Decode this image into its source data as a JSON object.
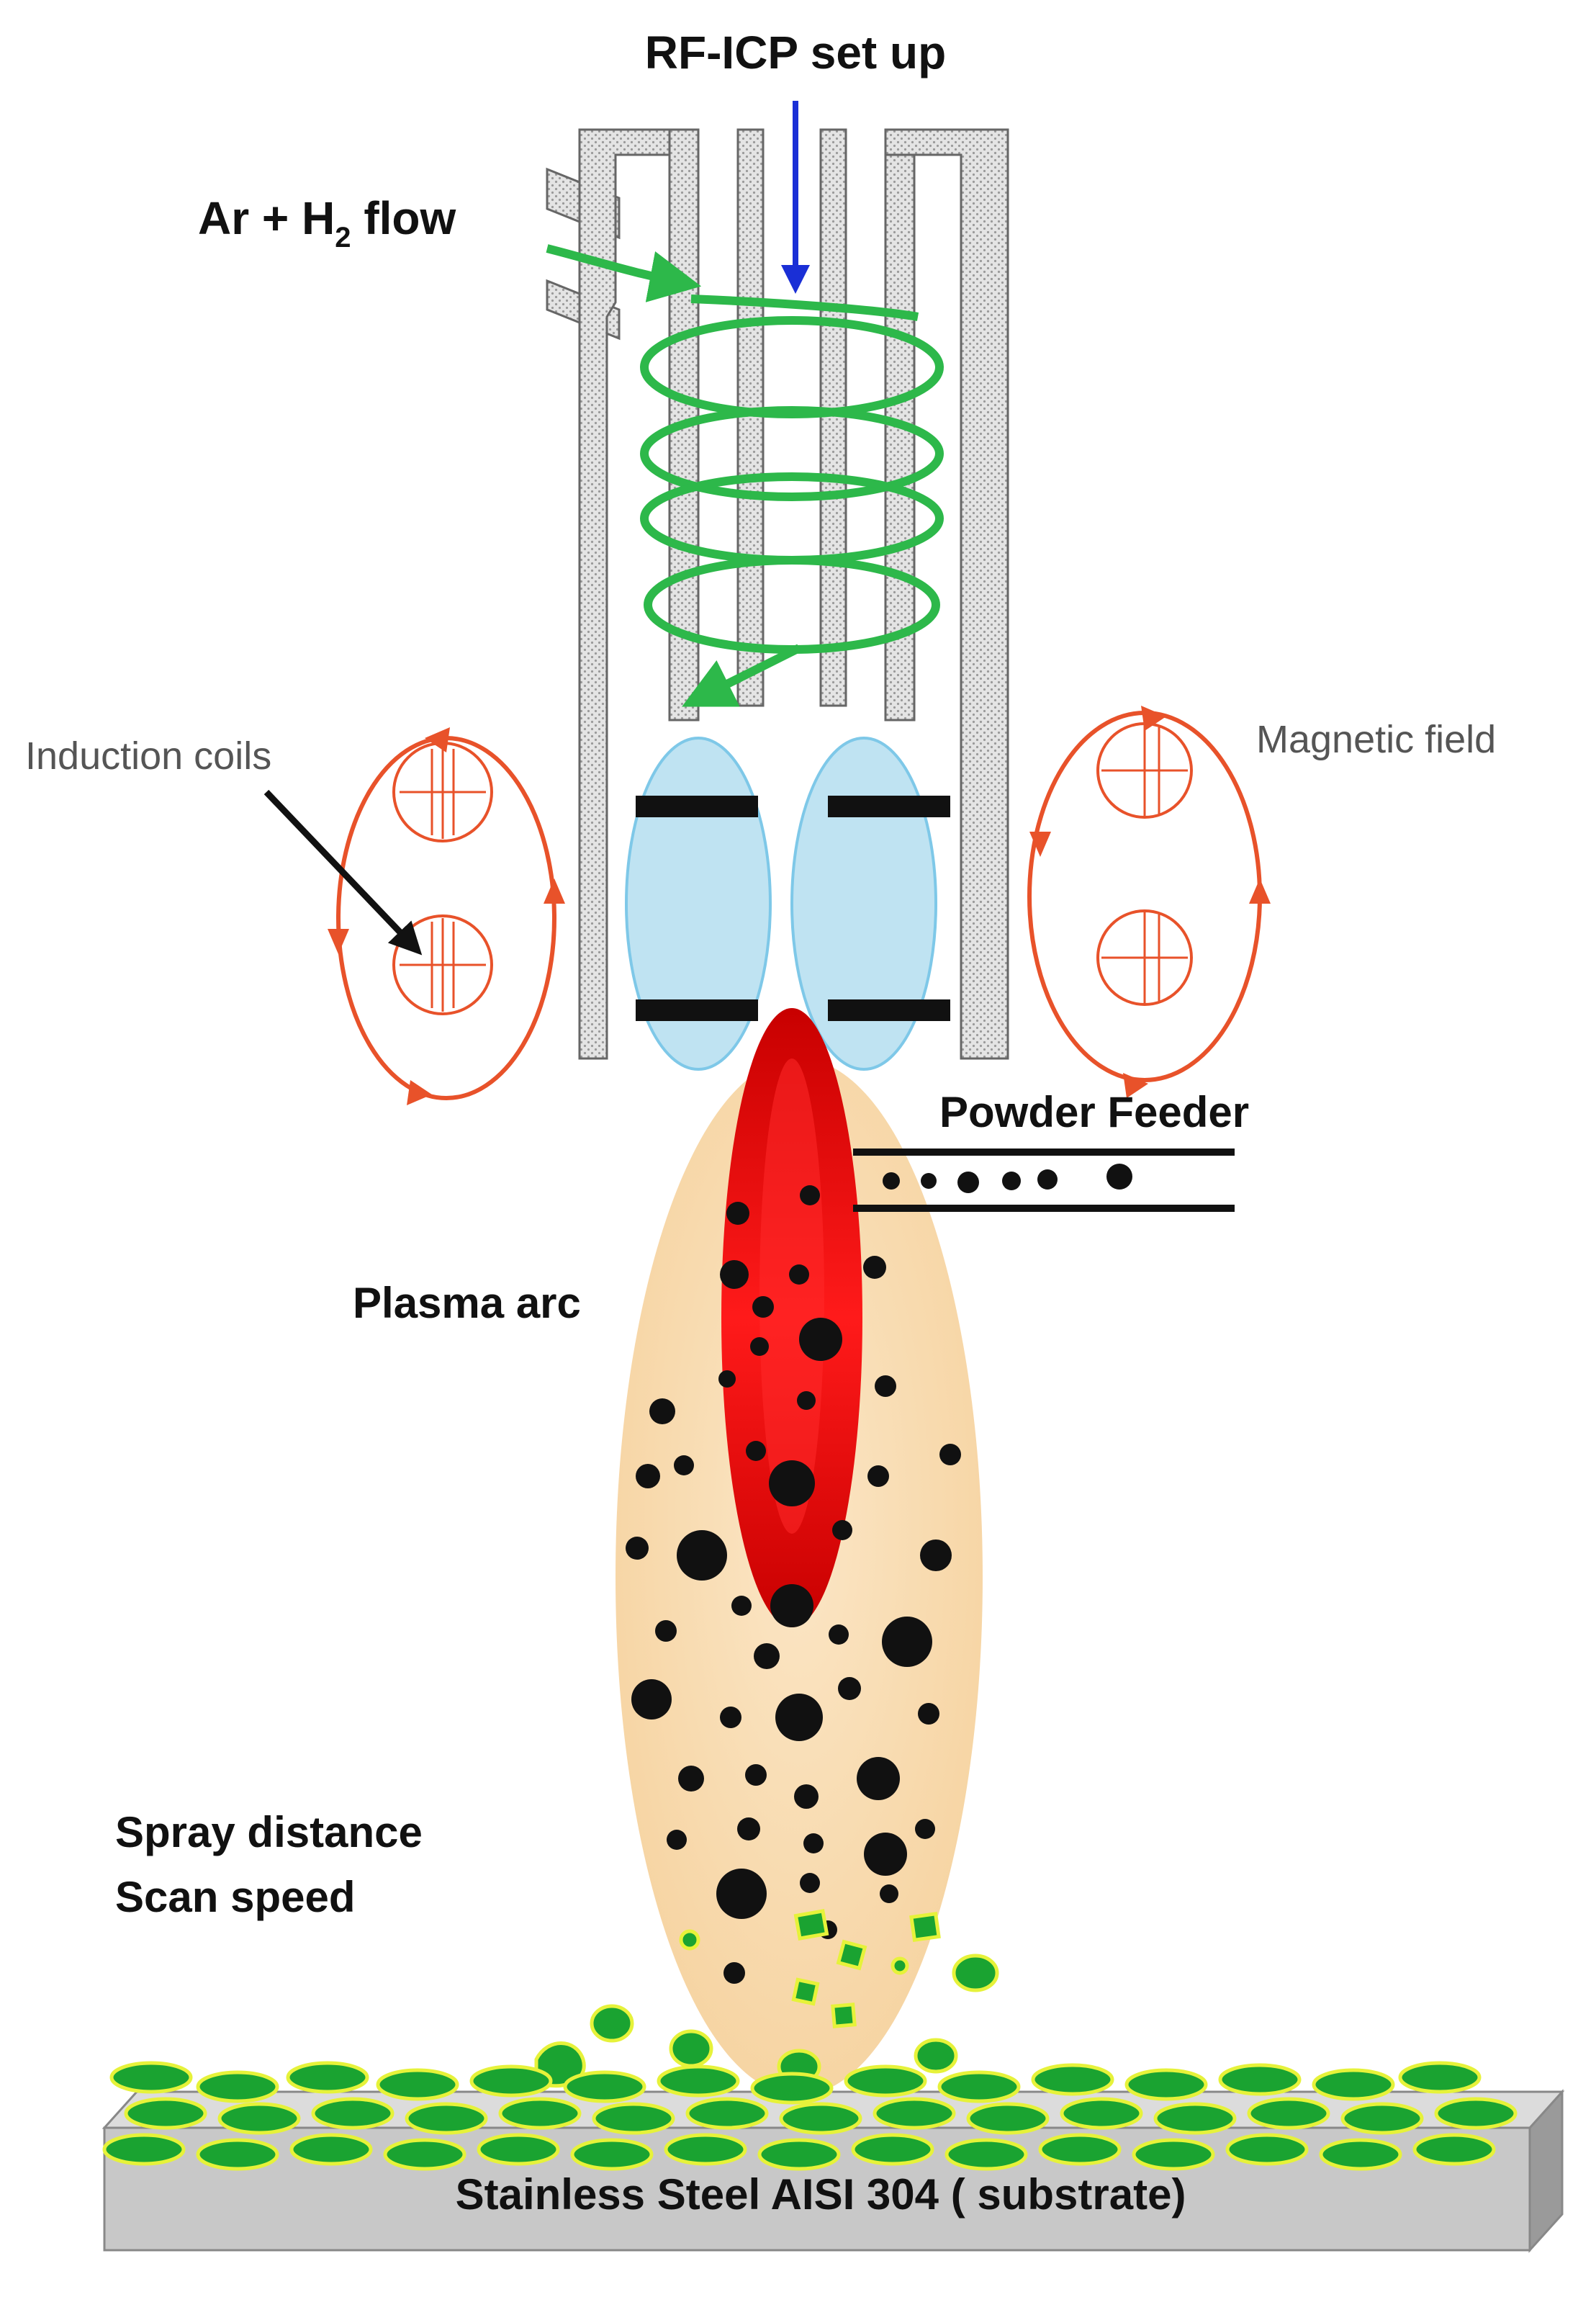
{
  "labels": {
    "rf_icp": "RF-ICP set up",
    "gas_flow_main": "Ar + H",
    "gas_flow_sub": "2",
    "gas_flow_tail": " flow",
    "induction_coils": "Induction coils",
    "magnetic_field": "Magnetic field",
    "powder_feeder": "Powder Feeder",
    "plasma_arc": "Plasma arc",
    "spray_distance": "Spray distance",
    "scan_speed": "Scan speed",
    "substrate": "Stainless Steel AISI 304 ( substrate)"
  },
  "colors": {
    "coil": "#2db84a",
    "coil_arrow": "#2db84a",
    "rf_arrow": "#1a2fd6",
    "magnetic_field": "#e8522a",
    "plasma_core": "#e00000",
    "plasma_outer": "#b30000",
    "plume": "#f9ddb2",
    "lobes": "#bfe3f2",
    "lobe_stroke": "#7ec8e8",
    "splat": "#1aa331",
    "splat_edge": "#e6f23a",
    "substrate_top": "#c8c8c8",
    "substrate_front": "#a9a9a9",
    "wall_fill": "#d9d9d9"
  }
}
